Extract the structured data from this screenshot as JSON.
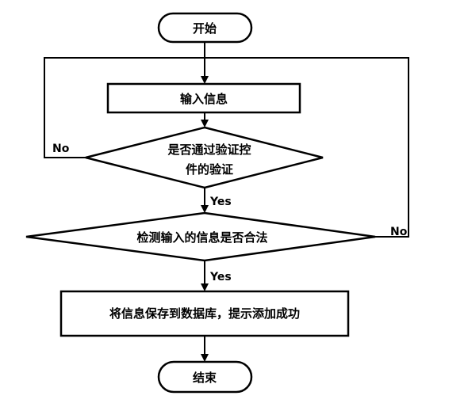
{
  "nodes": {
    "start": "开始",
    "input": "输入信息",
    "check_captcha_line1": "是否通过验证控",
    "check_captcha_line2": "件的验证",
    "check_valid": "检测输入的信息是否合法",
    "save": "将信息保存到数据库，提示添加成功",
    "end": "结束"
  },
  "edges": {
    "captcha_no": "No",
    "captcha_yes": "Yes",
    "valid_no": "No",
    "valid_yes": "Yes"
  }
}
